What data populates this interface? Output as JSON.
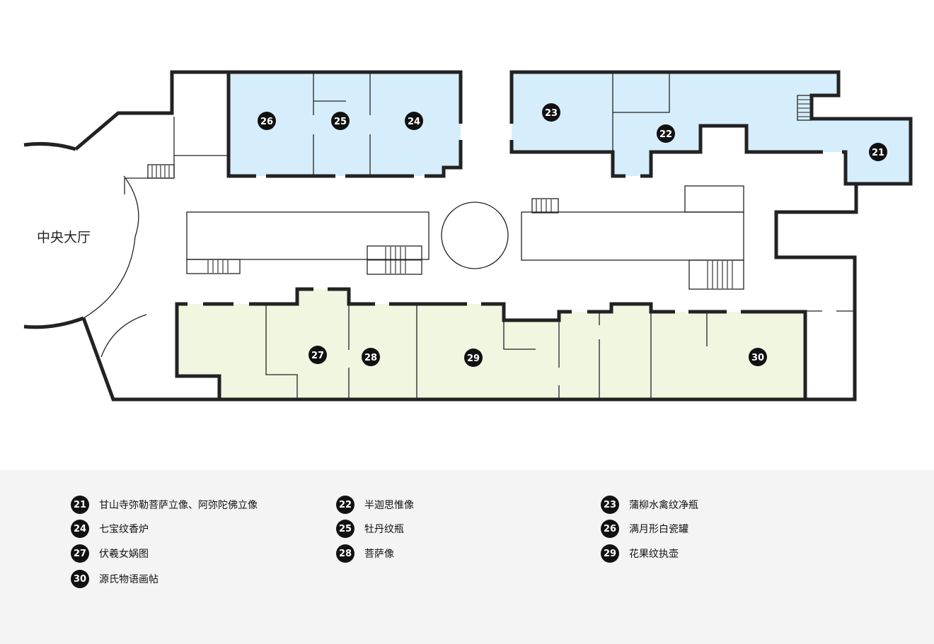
{
  "hall_label": "中央大厅",
  "rooms": [
    {
      "number": "21"
    },
    {
      "number": "22"
    },
    {
      "number": "23"
    },
    {
      "number": "24"
    },
    {
      "number": "25"
    },
    {
      "number": "26"
    },
    {
      "number": "27"
    },
    {
      "number": "28"
    },
    {
      "number": "29"
    },
    {
      "number": "30"
    }
  ],
  "legend": [
    {
      "number": "21",
      "label": "甘山寺弥勒菩萨立像、阿弥陀佛立像"
    },
    {
      "number": "22",
      "label": "半迦思惟像"
    },
    {
      "number": "23",
      "label": "蒲柳水禽纹净瓶"
    },
    {
      "number": "24",
      "label": "七宝纹香炉"
    },
    {
      "number": "25",
      "label": "牡丹纹瓶"
    },
    {
      "number": "26",
      "label": "满月形白瓷罐"
    },
    {
      "number": "27",
      "label": "伏羲女娲图"
    },
    {
      "number": "28",
      "label": "菩萨像"
    },
    {
      "number": "29",
      "label": "花果纹执壶"
    },
    {
      "number": "30",
      "label": "源氏物语画帖"
    }
  ],
  "colors": {
    "upper_zone": "#d6eefb",
    "lower_zone": "#f1f6e1",
    "wall": "#222222",
    "badge": "#111111",
    "legend_bg": "#f4f4f4"
  }
}
